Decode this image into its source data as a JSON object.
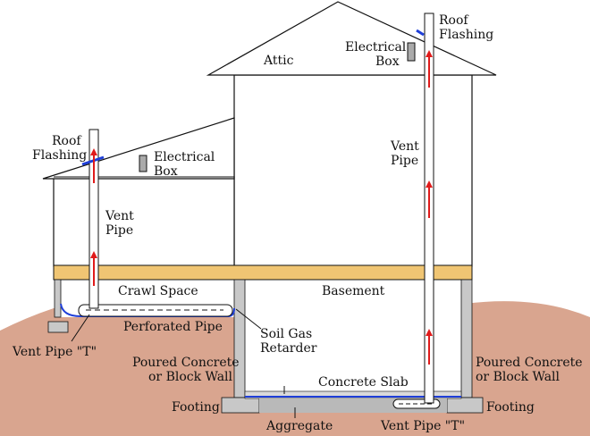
{
  "labels": {
    "attic": "Attic",
    "roof_flashing_left": [
      "Roof",
      "Flashing"
    ],
    "roof_flashing_right": [
      "Roof",
      "Flashing"
    ],
    "electrical_box_left": [
      "Electrical",
      "Box"
    ],
    "electrical_box_right": [
      "Electrical",
      "Box"
    ],
    "vent_pipe_left": [
      "Vent",
      "Pipe"
    ],
    "vent_pipe_right": [
      "Vent",
      "Pipe"
    ],
    "crawl_space": "Crawl Space",
    "basement": "Basement",
    "perforated_pipe": "Perforated Pipe",
    "soil_gas_retarder": [
      "Soil Gas",
      "Retarder"
    ],
    "vent_pipe_t_left": "Vent Pipe \"T\"",
    "vent_pipe_t_right": "Vent Pipe \"T\"",
    "poured_wall_left": [
      "Poured Concrete",
      "or Block Wall"
    ],
    "poured_wall_right": [
      "Poured Concrete",
      "or Block Wall"
    ],
    "concrete_slab": "Concrete Slab",
    "footing_left": "Footing",
    "footing_right": "Footing",
    "aggregate": "Aggregate"
  },
  "colors": {
    "soil": "#D9A58F",
    "floor": "#F0C573",
    "concrete": "#C8C8C8",
    "line": "#111111",
    "flashing": "#1F3FD8",
    "airflow_arrow": "#E01B1B"
  }
}
